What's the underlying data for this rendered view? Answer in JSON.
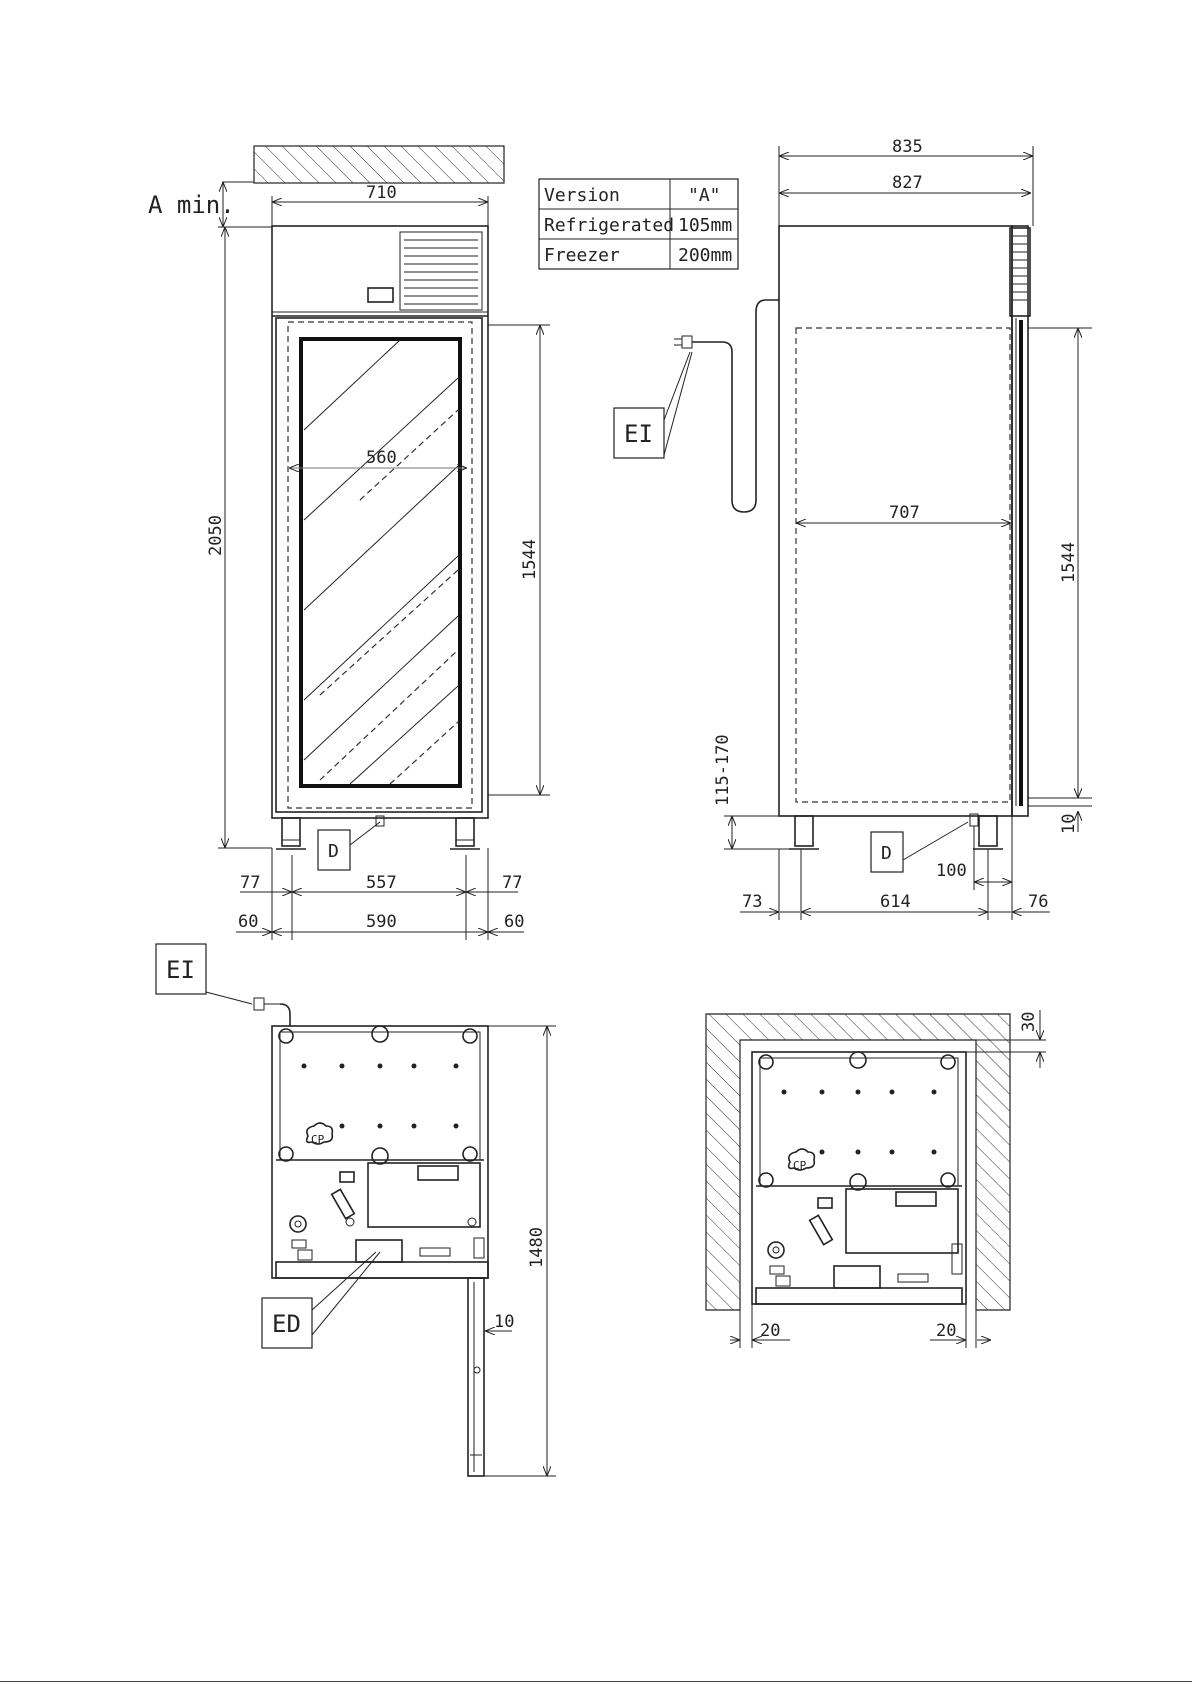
{
  "version_table": {
    "header_label": "Version",
    "header_value": "\"A\"",
    "rows": [
      {
        "label": "Refrigerated",
        "value": "105mm"
      },
      {
        "label": "Freezer",
        "value": "200mm"
      }
    ]
  },
  "front_view": {
    "a_min_label": "A min.",
    "width_top": "710",
    "height_total": "2050",
    "glass_width": "560",
    "door_height": "1544",
    "drain_tag": "D",
    "feet_left_offset": "77",
    "feet_span": "557",
    "feet_right_offset": "77",
    "base_left": "60",
    "base_span": "590",
    "base_right": "60"
  },
  "side_view": {
    "depth_overall": "835",
    "depth_body": "827",
    "inner_depth": "707",
    "door_height": "1544",
    "feet_height_range": "115-170",
    "door_gap": "10",
    "plug_tag": "EI",
    "drain_tag": "D",
    "drain_offset": "100",
    "foot_front": "73",
    "foot_span": "614",
    "foot_rear": "76"
  },
  "top_view": {
    "plug_tag": "EI",
    "electric_tag": "ED",
    "cp_label": "CP",
    "door_open_depth": "1480",
    "door_clearance": "10"
  },
  "installation_view": {
    "cp_label": "CP",
    "rear_clearance": "30",
    "left_clearance": "20",
    "right_clearance": "20"
  }
}
